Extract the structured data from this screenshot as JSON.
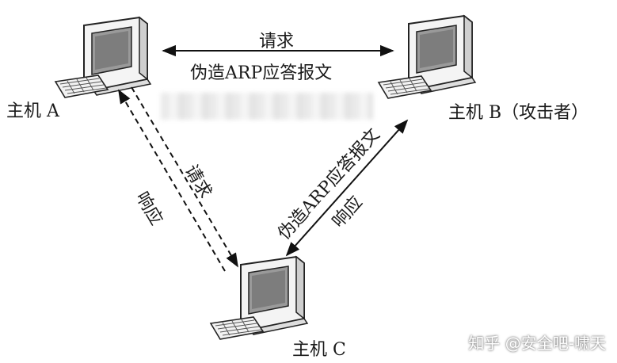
{
  "hosts": {
    "a": "主机 A",
    "b": "主机 B（攻击者）",
    "c": "主机 C"
  },
  "edges": {
    "ab_request": "请求",
    "ab_forged": "伪造ARP应答报文",
    "ac_request": "请求",
    "ac_response": "响应",
    "bc_forged": "伪造ARP应答报文",
    "bc_response": "响应"
  },
  "watermark": "知乎 @安全吧-啸天"
}
